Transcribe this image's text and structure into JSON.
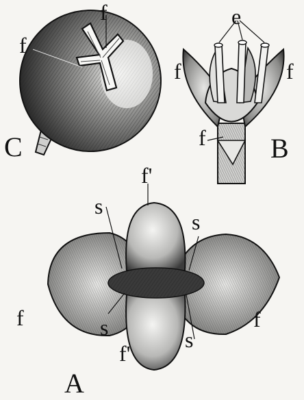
{
  "figures": {
    "C": {
      "letter": "C",
      "labels": [
        "f",
        "f"
      ]
    },
    "B": {
      "letter": "B",
      "labels": [
        "e",
        "f",
        "f",
        "f"
      ]
    },
    "A": {
      "letter": "A",
      "labels": [
        "f'",
        "s",
        "s",
        "f",
        "f",
        "s",
        "s",
        "f'"
      ]
    }
  },
  "colors": {
    "ink": "#111111",
    "paper": "#f6f5f2",
    "shade": "#6e6e6e"
  }
}
